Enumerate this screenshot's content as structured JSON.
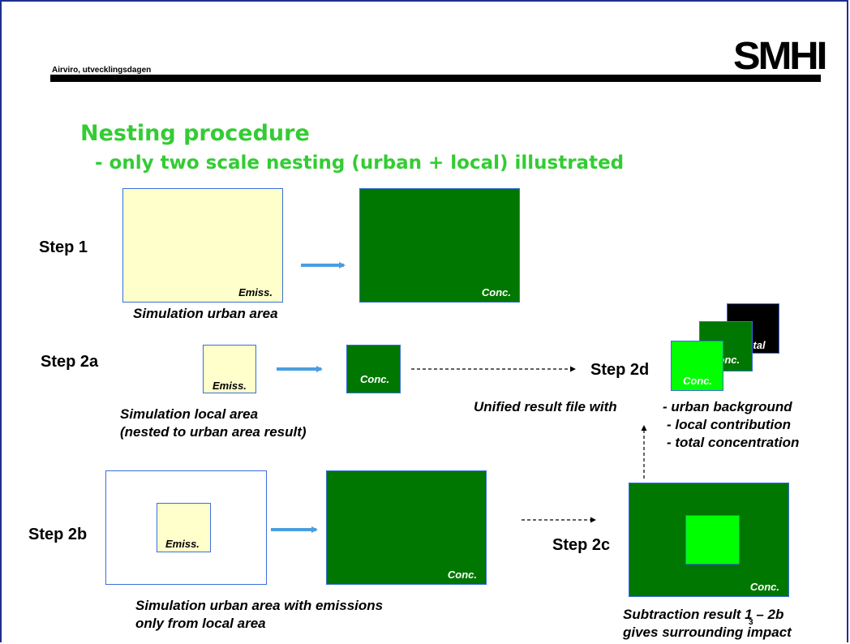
{
  "header": {
    "subtitle": "Airviro, utvecklingsdagen",
    "logo": "SMHI"
  },
  "title": {
    "main": "Nesting procedure",
    "sub": "- only two scale nesting (urban + local) illustrated"
  },
  "steps": {
    "s1": "Step 1",
    "s2a": "Step 2a",
    "s2b": "Step 2b",
    "s2c": "Step 2c",
    "s2d": "Step 2d"
  },
  "labels": {
    "emiss": "Emiss.",
    "conc": "Conc.",
    "total": "Total"
  },
  "captions": {
    "step1": "Simulation urban area",
    "step2a_line1": "Simulation local area",
    "step2a_line2": "(nested to urban area result)",
    "unified": "Unified result file with",
    "unified_items": [
      "- urban background",
      "- local contribution",
      "- total concentration"
    ],
    "step2b_line1": "Simulation urban area with emissions",
    "step2b_line2": "only from local area",
    "step2c_line1": "Subtraction result 1 – 2b",
    "step2c_line2": "gives surrounding impact"
  },
  "page": {
    "number": "3"
  },
  "colors": {
    "title": "#33cc33",
    "emission_fill": "#ffffcc",
    "concentration_fill": "#007700",
    "local_fill": "#00ff00",
    "arrow": "#4a9ee0",
    "border": "#1f2f8f"
  }
}
